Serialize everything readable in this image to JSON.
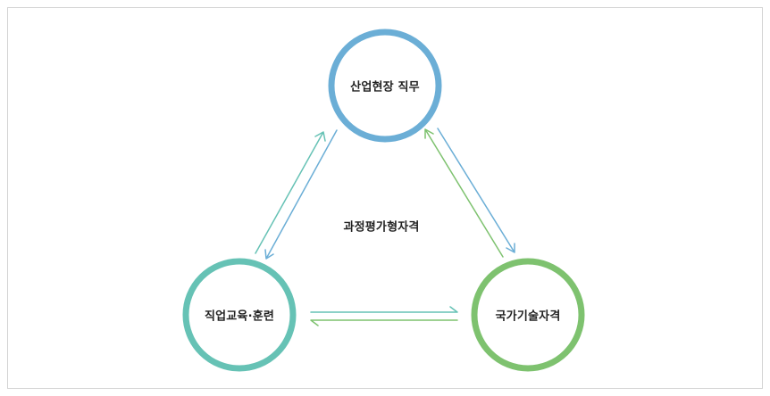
{
  "nodes": {
    "top": {
      "label": "산업현장 직무",
      "color": "#6baed6"
    },
    "left": {
      "label": "직업교육·훈련",
      "color": "#66c2b5"
    },
    "right": {
      "label": "국가기술자격",
      "color": "#7ec26f"
    }
  },
  "center_label": "과정평가형자격",
  "arrow_colors": {
    "blue": "#6baed6",
    "teal": "#66c2b5",
    "green": "#7ec26f"
  }
}
